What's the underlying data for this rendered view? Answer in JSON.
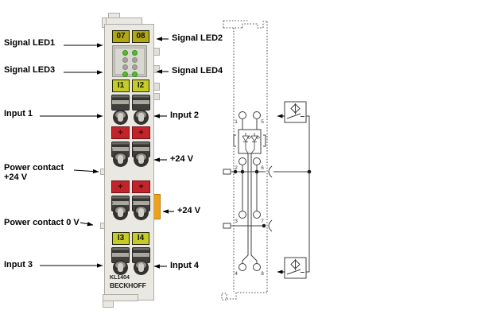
{
  "module": {
    "model": "KL1404",
    "brand": "BECKHOFF",
    "channel_labels_top": [
      "07",
      "08"
    ],
    "input_labels_top": [
      "I1",
      "I2"
    ],
    "input_labels_bottom": [
      "I3",
      "I4"
    ],
    "power_plus_labels": [
      "+",
      "+",
      "+",
      "+"
    ],
    "contact_numbers": [
      "1",
      "5",
      "2",
      "6",
      "3",
      "7",
      "4",
      "8"
    ],
    "led_grid": [
      [
        "on",
        "on"
      ],
      [
        "off",
        "off"
      ],
      [
        "off",
        "off"
      ],
      [
        "on",
        "on"
      ]
    ]
  },
  "callouts": {
    "left": [
      {
        "text": "Signal LED1"
      },
      {
        "text": "Signal LED3"
      },
      {
        "text": "Input 1"
      },
      {
        "text": "Power contact",
        "text2": "+24 V"
      },
      {
        "text": "Power contact 0 V"
      },
      {
        "text": "Input 3"
      }
    ],
    "right": [
      {
        "text": "Signal LED2"
      },
      {
        "text": "Signal LED4"
      },
      {
        "text": "Input 2"
      },
      {
        "text": "+24 V"
      },
      {
        "text": "+24 V"
      },
      {
        "text": "Input 4"
      }
    ]
  },
  "schematic": {
    "terminals": [
      "1",
      "5",
      "2",
      "6",
      "3",
      "7",
      "4",
      "8"
    ]
  },
  "colors": {
    "led_on": "#52bd2a",
    "led_off": "#a3a39b",
    "label_olive": "#b1a715",
    "label_yellow": "#c5cc29",
    "power_red": "#c3242b",
    "orange": "#f0a11c",
    "body": "#e9e8e2"
  }
}
